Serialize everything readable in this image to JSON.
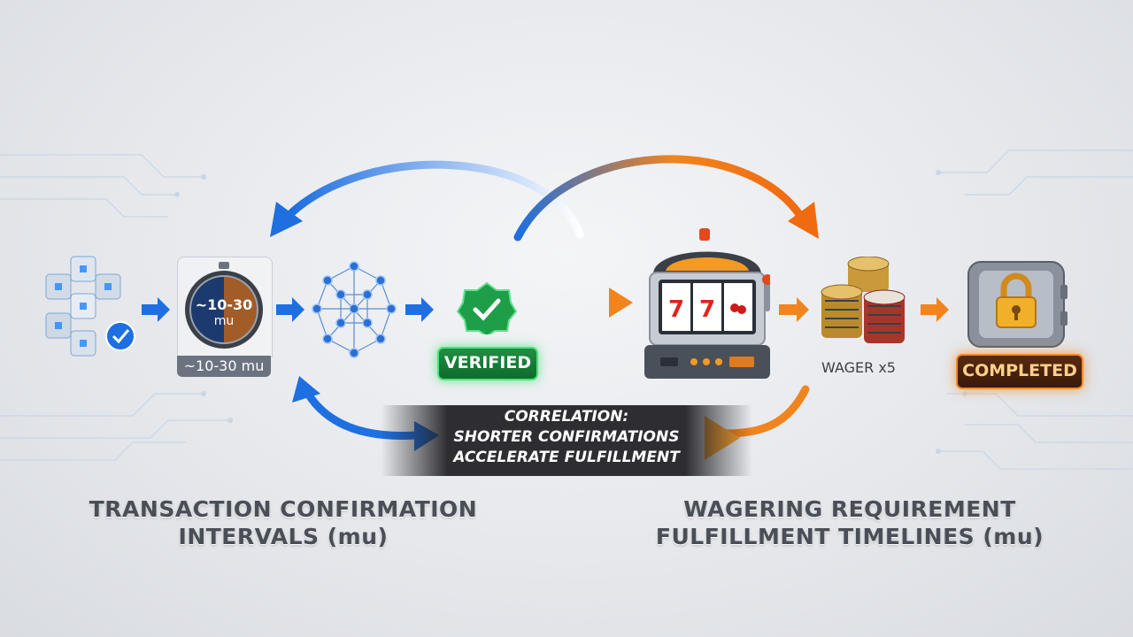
{
  "diagram": {
    "timer": {
      "face_value": "~10-30",
      "face_unit": "mu",
      "label": "~10-30 mu"
    },
    "verified_badge": "VERIFIED",
    "wager_label": "WAGER x5",
    "completed_badge": "COMPLETED",
    "correlation": {
      "line1": "CORRELATION:",
      "line2": "SHORTER CONFIRMATIONS",
      "line3": "ACCELERATE FULFILLMENT"
    },
    "left_heading": {
      "line1": "TRANSACTION CONFIRMATION",
      "line2": "INTERVALS (mu)"
    },
    "right_heading": {
      "line1": "WAGERING REQUIREMENT",
      "line2": "FULFILLMENT TIMELINES (mu)"
    }
  },
  "colors": {
    "blue_accent": "#1e6fe0",
    "orange_accent": "#f0841e",
    "verified_green": "#1f8f43",
    "completed_orange": "#f08a24"
  }
}
